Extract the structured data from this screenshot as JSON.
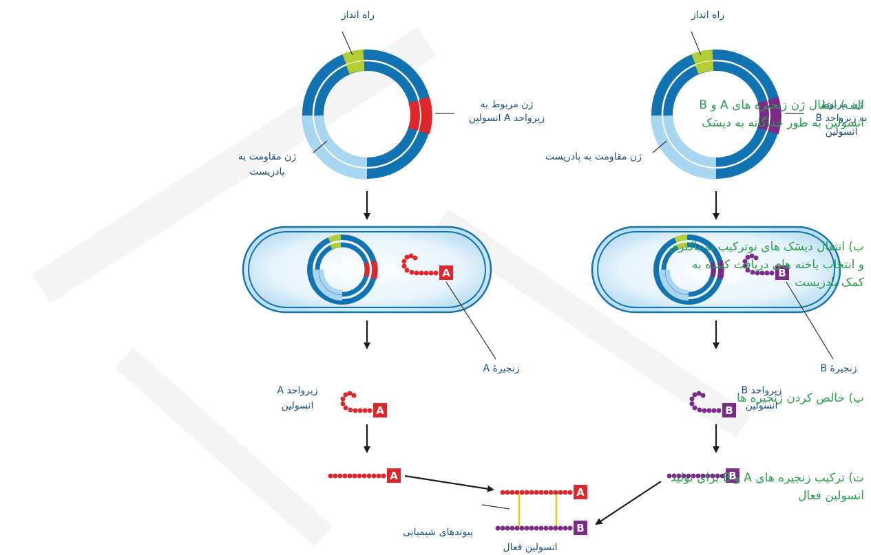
{
  "labels": {
    "promoter": "راه انداز",
    "gene_a": [
      "ژن مربوط به",
      "زیرواحد A انسولین"
    ],
    "gene_b": [
      "ژن مربوط",
      "به زیرواحد B",
      "انسولین"
    ],
    "resist_left": [
      "ژن مقاومت به",
      "پادزیست"
    ],
    "resist_right": "ژن مقاومت به پادزیست",
    "chain_a": "زنجیرهٔ A",
    "chain_b": "زنجیرهٔ B",
    "subunit_a": [
      "زیرواحد A",
      "انسولین"
    ],
    "subunit_b": [
      "زیرواحد B",
      "انسولین"
    ],
    "chem_bonds": "پیوندهای شیمیایی",
    "active_insulin": "انسولین فعال",
    "tag_a": "A",
    "tag_b": "B"
  },
  "steps": {
    "a": [
      "الف) انتقال ژن زنجیره های A و B",
      "انسولین به طور جداگانه به دیسَک"
    ],
    "b": [
      "ب) انتقال دیسَک های نوترکیب به باکتری",
      "و انتخاب یاخته های دریافت کننده به",
      "کمک پادزیست"
    ],
    "p": [
      "پ) خالص کردن زنجیره ها"
    ],
    "t": [
      "ت) ترکیب زنجیره های A و B برای تولید",
      "انسولین فعال"
    ]
  },
  "colors": {
    "plasmid_blue": "#1273b2",
    "plasmid_light": "#a9d6f0",
    "promoter_green": "#b4cc36",
    "gene_a_red": "#e0262b",
    "gene_b_purple": "#7b2a8a",
    "label_blue": "#1a4f7a",
    "step_green": "#2aa14a",
    "bond_yellow": "#f3c319"
  }
}
